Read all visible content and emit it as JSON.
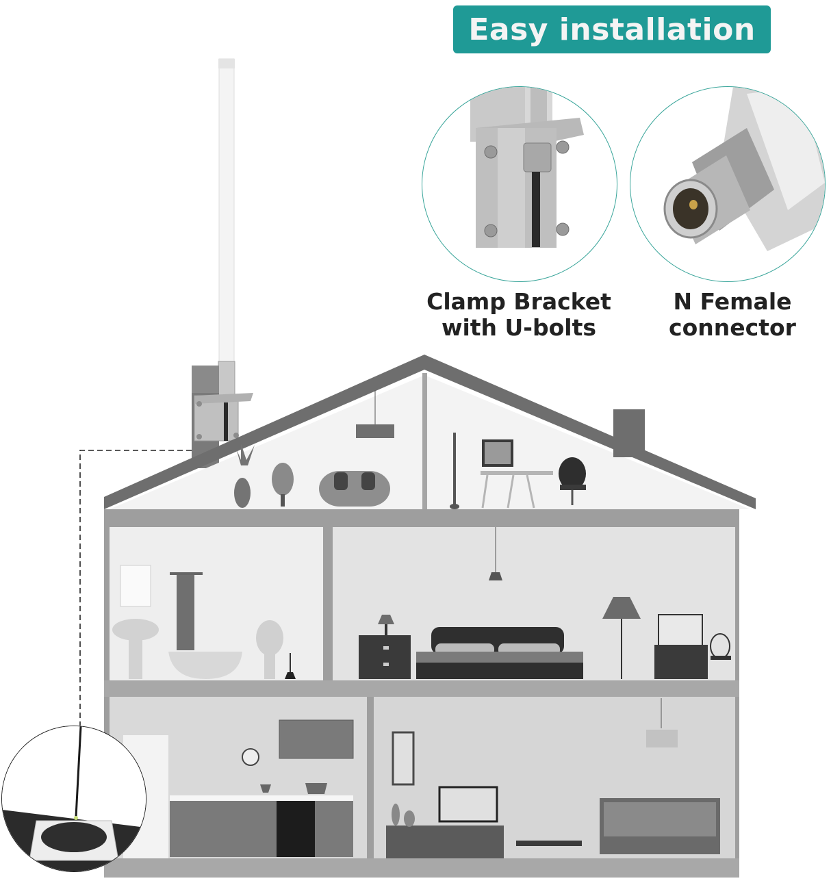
{
  "banner": {
    "title": "Easy installation",
    "color": "#1f9a96"
  },
  "features": [
    {
      "label_line1": "Clamp Bracket",
      "label_line2": "with U-bolts",
      "image": "clamp-bracket-closeup"
    },
    {
      "label_line1": "N Female",
      "label_line2": "connector",
      "image": "n-female-connector-closeup"
    }
  ],
  "scene": {
    "subject": "outdoor omni antenna mounted on roof pole with clamp bracket",
    "cable": "dashed line from antenna down side of house to indoor device",
    "indoor_device": "white square base unit with round black top",
    "rooms": {
      "attic_left": [
        "pendant-light",
        "potted-plant",
        "egg-chair",
        "sofa"
      ],
      "attic_right": [
        "floor-lamp",
        "desk-monitor",
        "desk",
        "office-chair"
      ],
      "middle_left": [
        "bathroom-mirror",
        "sink",
        "shower-curtain",
        "bathtub",
        "toilet",
        "plunger"
      ],
      "middle_right": [
        "pendant-light",
        "nightstand-lamp",
        "nightstand",
        "bed",
        "floor-lamp",
        "vanity-mirror",
        "dresser",
        "chair"
      ],
      "bottom_left": [
        "refrigerator",
        "wall-clock",
        "wall-cabinets",
        "counter-cabinets",
        "oven",
        "pot",
        "sink-faucet"
      ],
      "bottom_right": [
        "wall-mirror",
        "chandelier",
        "tv",
        "tv-stand",
        "vases",
        "coffee-table",
        "sofa"
      ]
    }
  },
  "colors": {
    "roof": "#6e6e6e",
    "wall": "#9e9e9e",
    "room_light": "#e9e9e9",
    "room_mid": "#d6d6d6",
    "furniture_dark": "#3a3a3a",
    "furniture_mid": "#777777",
    "circle_border": "#3ba69b"
  }
}
